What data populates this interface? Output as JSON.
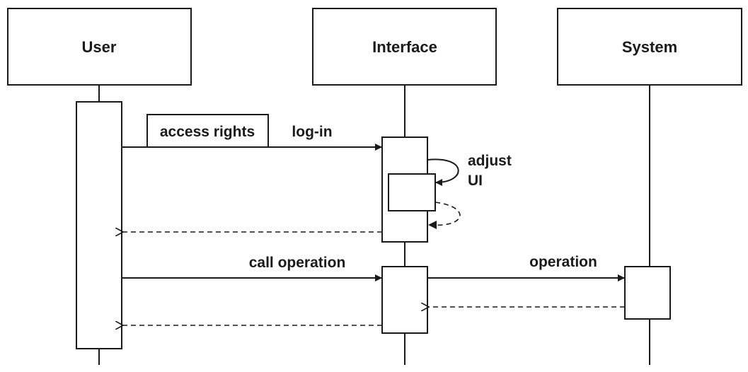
{
  "participants": {
    "user": "User",
    "interface": "Interface",
    "system": "System"
  },
  "messages": {
    "guard_label": "access rights",
    "login": "log-in",
    "adjust_line1": "adjust",
    "adjust_line2": "UI",
    "call_operation": "call operation",
    "operation": "operation"
  },
  "colors": {
    "stroke": "#1a1a1a",
    "background": "#ffffff"
  }
}
